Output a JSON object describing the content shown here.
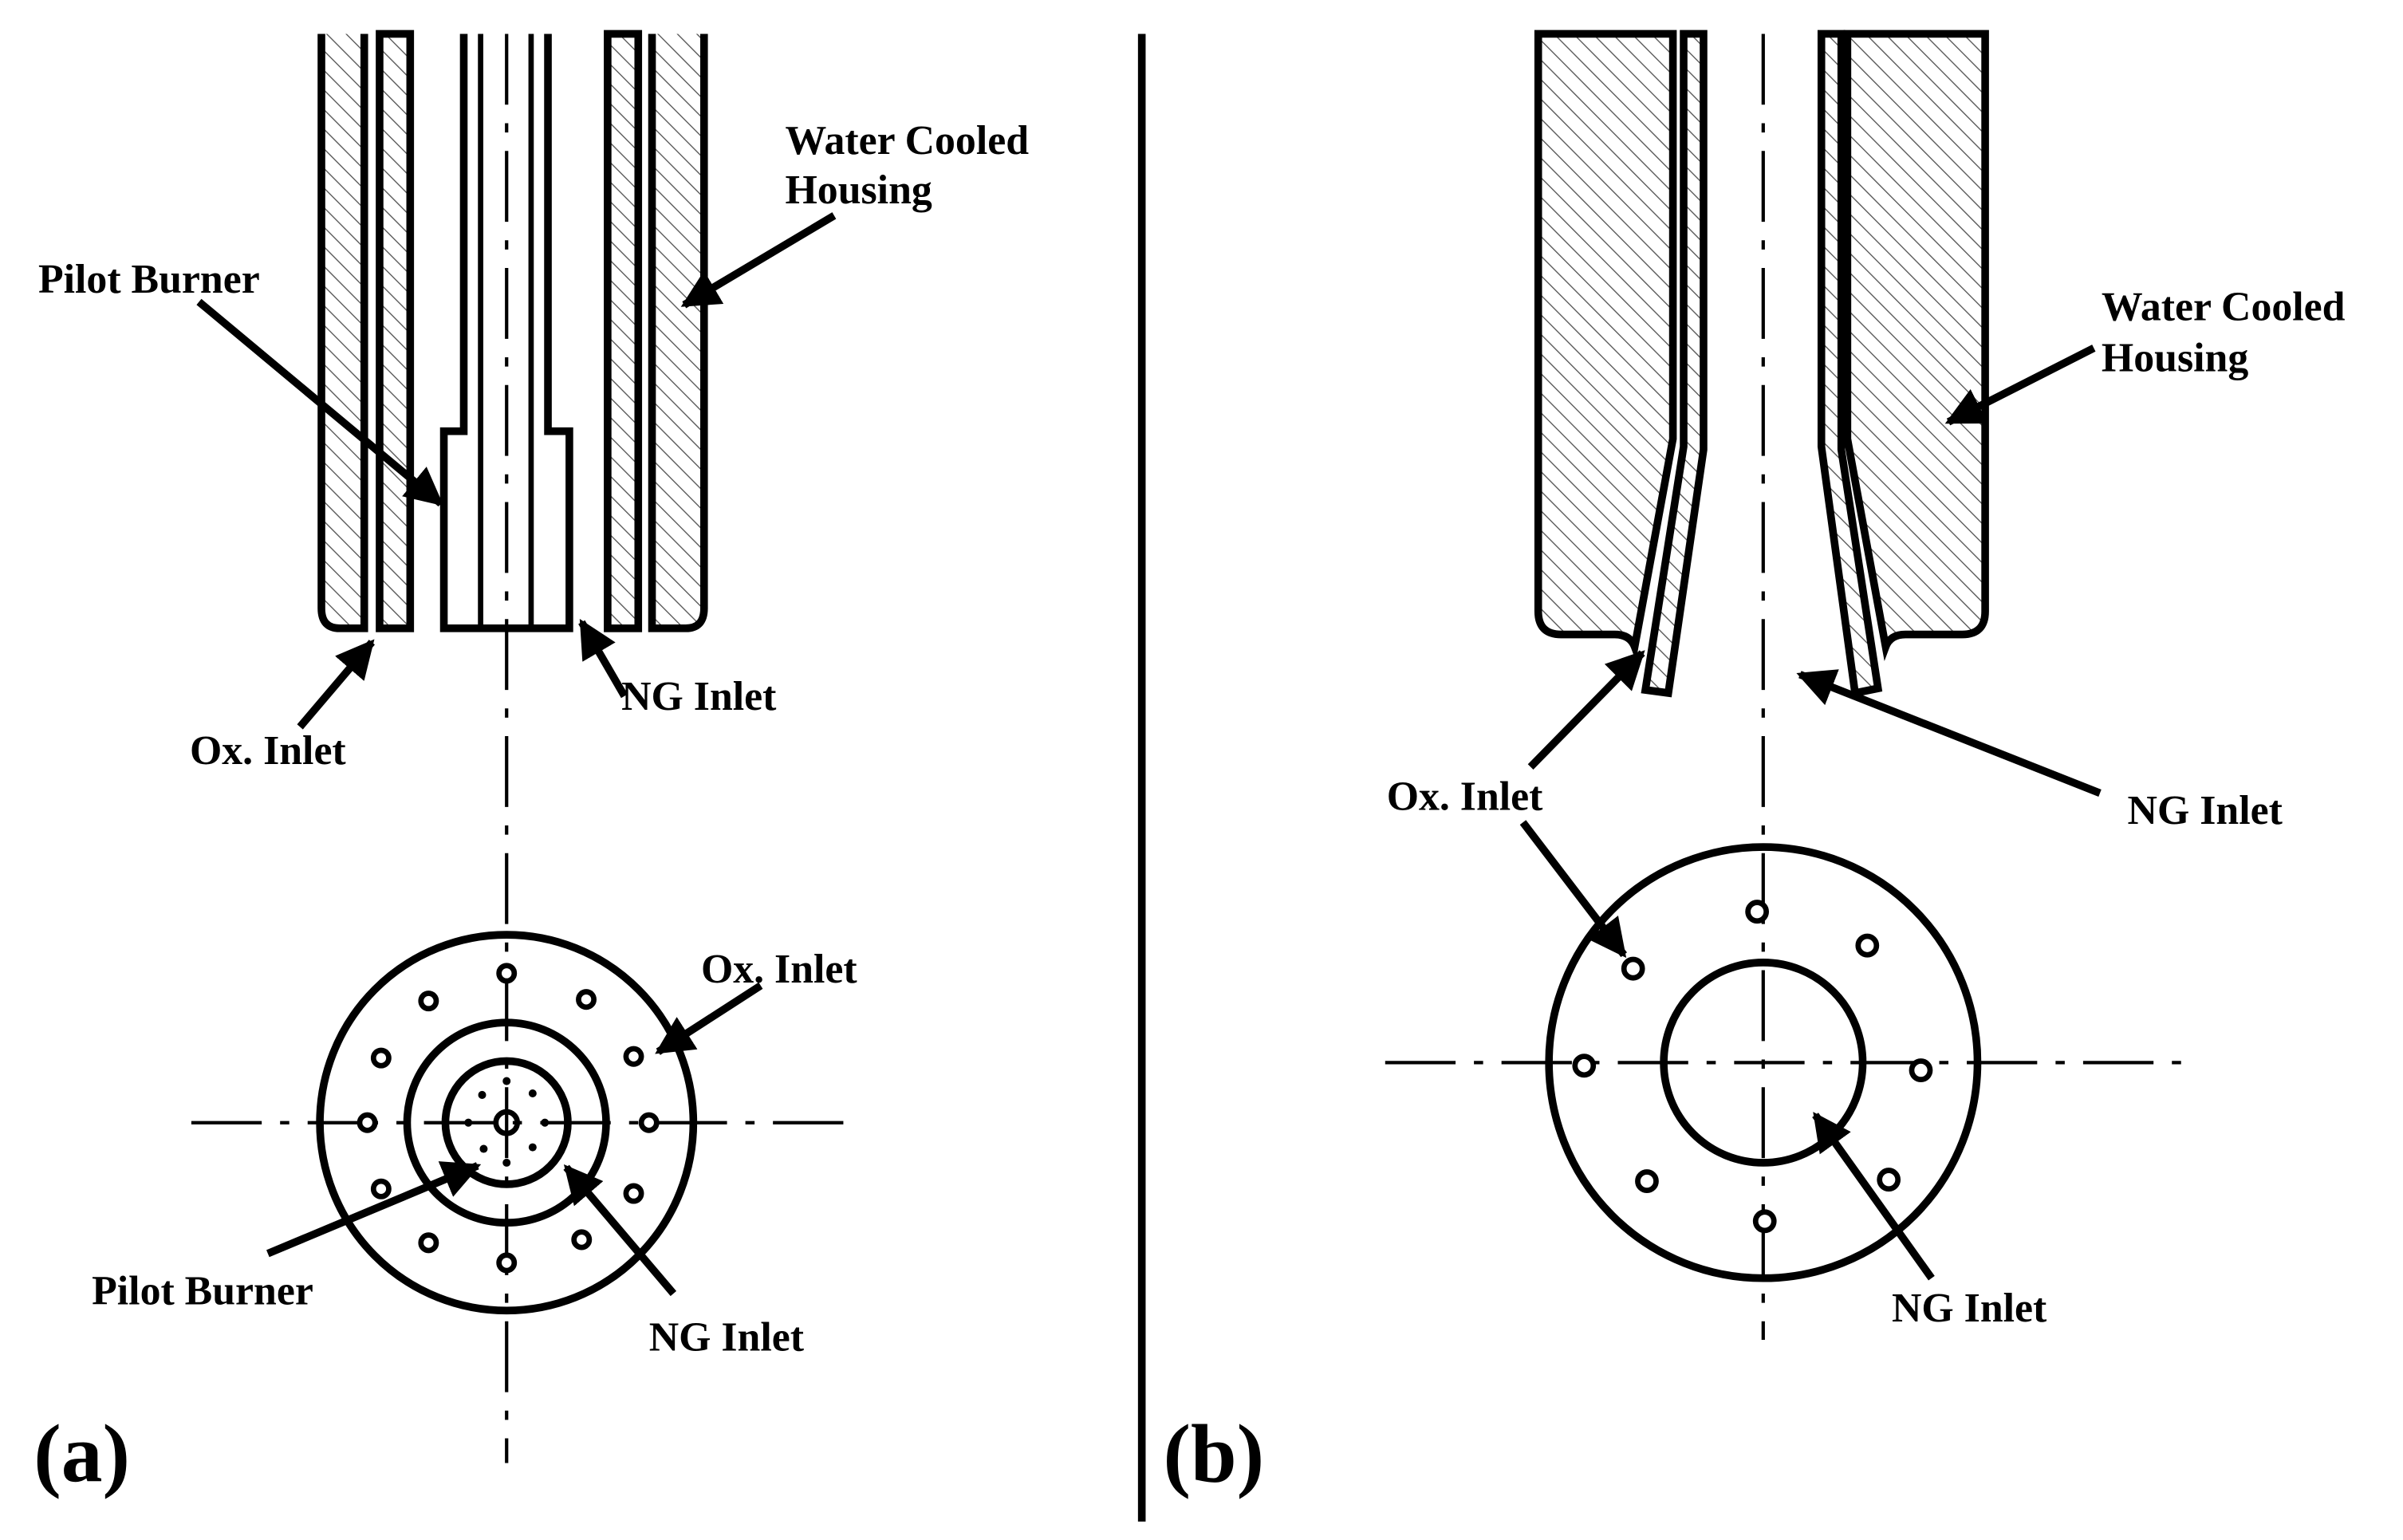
{
  "panel_a": {
    "tag": "(a)",
    "labels": {
      "water_cooled_housing_line1": "Water Cooled",
      "water_cooled_housing_line2": "Housing",
      "pilot_burner_side": "Pilot Burner",
      "ox_inlet_side": "Ox. Inlet",
      "ng_inlet_side": "NG Inlet",
      "ox_inlet_top": "Ox. Inlet",
      "pilot_burner_top": "Pilot Burner",
      "ng_inlet_top": "NG Inlet"
    }
  },
  "panel_b": {
    "tag": "(b)",
    "labels": {
      "water_cooled_housing_line1": "Water Cooled",
      "water_cooled_housing_line2": "Housing",
      "ox_inlet": "Ox. Inlet",
      "ng_inlet_side": "NG Inlet",
      "ng_inlet_top": "NG Inlet"
    }
  },
  "colors": {
    "ink": "#000000",
    "paper": "#ffffff",
    "hatch": "#555555"
  }
}
